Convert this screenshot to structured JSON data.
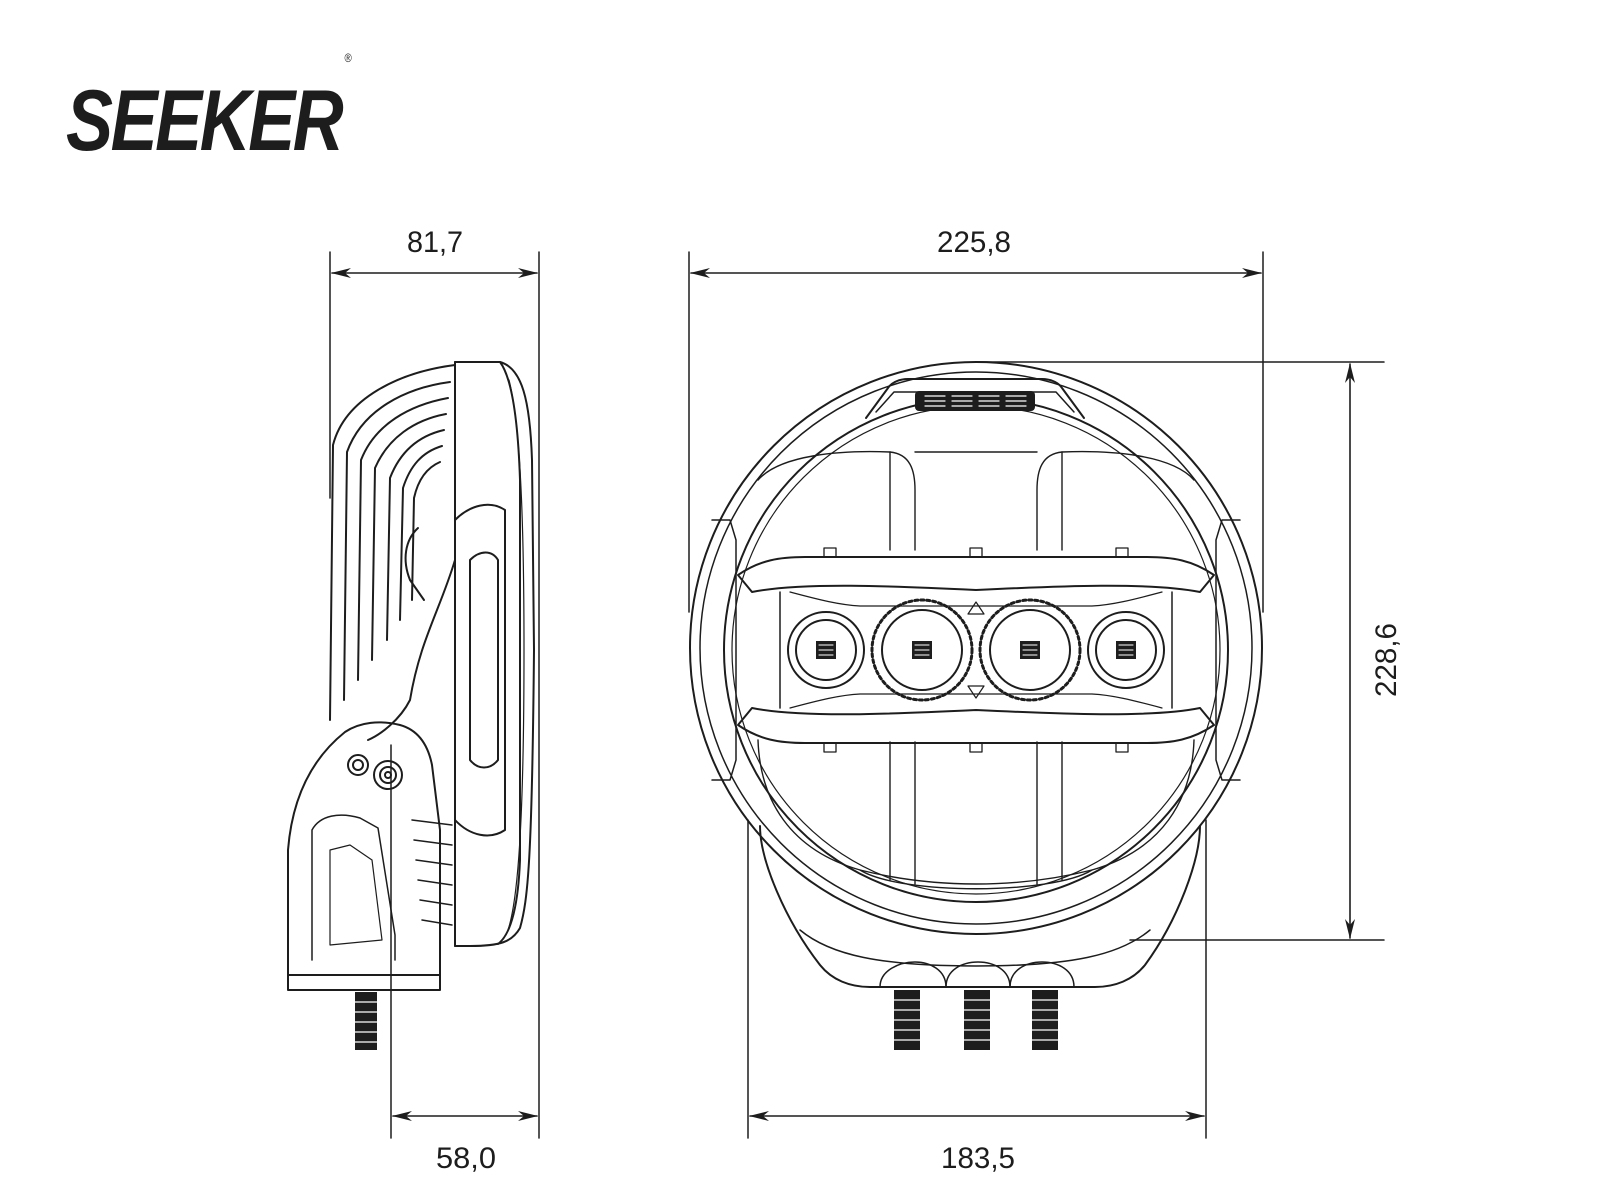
{
  "brand": {
    "name": "SEEKER",
    "mark": "®"
  },
  "dimensions": {
    "side_depth": "81,7",
    "side_mount_depth": "58,0",
    "front_width": "225,8",
    "front_height": "228,6",
    "base_width": "183,5"
  },
  "colors": {
    "line": "#1d1d1d",
    "background": "#ffffff"
  }
}
